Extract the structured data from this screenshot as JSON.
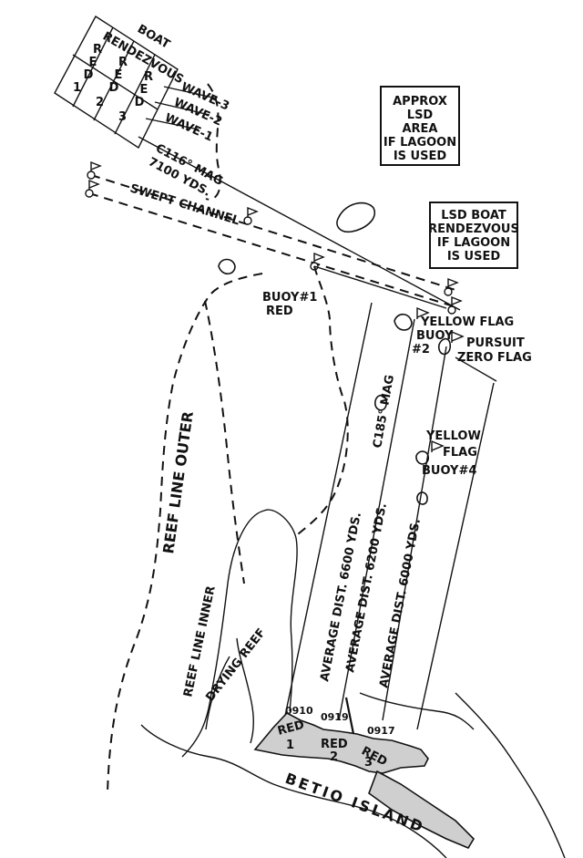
{
  "boat_rendezvous": {
    "title_line1": "BOAT",
    "title_line2": "RENDEZVOUS",
    "col_red": "RED",
    "numbers": [
      "1",
      "2",
      "3"
    ]
  },
  "waves": [
    "WAVE-3",
    "WAVE-2",
    "WAVE-1"
  ],
  "bearing_outer": {
    "bearing": "C116° MAG",
    "distance": "7100 YDS."
  },
  "swept_channel": "SWEPT CHANNEL",
  "lsd_area_box": {
    "lines": [
      "APPROX",
      "LSD",
      "AREA",
      "IF LAGOON",
      "IS USED"
    ]
  },
  "lsd_boat_box": {
    "lines": [
      "LSD BOAT",
      "RENDEZVOUS",
      "IF LAGOON",
      "IS USED"
    ]
  },
  "buoys": {
    "buoy1": {
      "line1": "BUOY#1",
      "line2": "RED"
    },
    "buoy2": {
      "flag": "YELLOW FLAG",
      "line1": "BUOY",
      "line2": "#2"
    },
    "pursuit": {
      "line1": "PURSUIT",
      "line2": "ZERO FLAG"
    },
    "buoy4": {
      "flag1": "YELLOW",
      "flag2": "FLAG",
      "line": "BUOY#4"
    }
  },
  "bearing_inner": "C185° MAG",
  "distances": [
    "AVERAGE DIST. 6600 YDS.",
    "AVERAGE DIST. 6200 YDS.",
    "AVERAGE DIST. 6000 YDS."
  ],
  "reef_labels": {
    "outer": "REEF LINE OUTER",
    "inner": "REEF LINE INNER",
    "drying": "DRYING REEF"
  },
  "beach_times": [
    "0910",
    "0919",
    "0917"
  ],
  "beaches": [
    {
      "name": "RED",
      "number": "1"
    },
    {
      "name": "RED",
      "number": "2"
    },
    {
      "name": "RED",
      "number": "3"
    }
  ],
  "island_name": "BETIO ISLAND"
}
